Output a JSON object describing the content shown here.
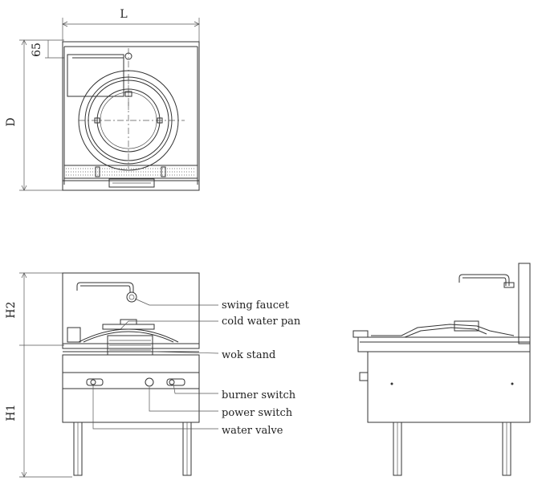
{
  "dimensions": {
    "length": "L",
    "depth": "D",
    "offset": "65",
    "height_upper": "H2",
    "height_lower": "H1"
  },
  "callouts": [
    {
      "id": "swing-faucet",
      "label": "swing faucet"
    },
    {
      "id": "cold-water-pan",
      "label": "cold water pan"
    },
    {
      "id": "wok-stand",
      "label": "wok stand"
    },
    {
      "id": "burner-switch",
      "label": "burner switch"
    },
    {
      "id": "power-switch",
      "label": "power switch"
    },
    {
      "id": "water-valve",
      "label": "water valve"
    }
  ],
  "colors": {
    "line": "#333333",
    "background": "#ffffff"
  }
}
